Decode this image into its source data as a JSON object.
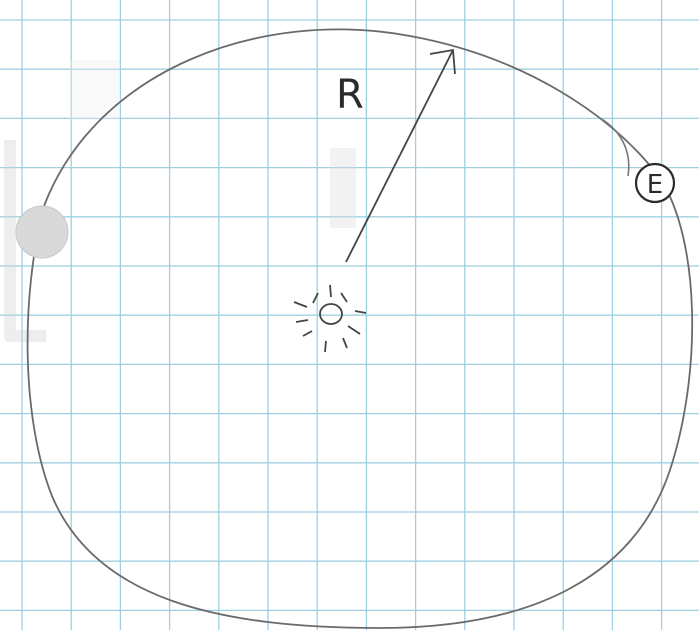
{
  "diagram": {
    "radius_label": "R",
    "earth_label": "E",
    "colors": {
      "paper": "#ffffff",
      "grid": "#9fd0e1",
      "pencil": "#666666",
      "ink": "#2b2b2b",
      "planet_fill": "#d9d9d9"
    },
    "elements": {
      "sun": "sun-icon",
      "earth": "earth-circled-e",
      "other_body": "grey-planet-disc",
      "radius": "arrow-radius",
      "orbit": "elliptical-orbit"
    }
  }
}
